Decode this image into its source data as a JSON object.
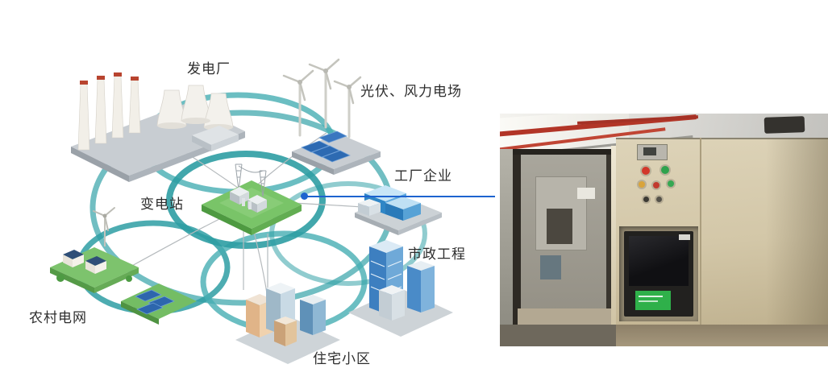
{
  "diagram": {
    "labels": {
      "power_plant": "发电厂",
      "solar_wind_farm": "光伏、风力电场",
      "factory_enterprise": "工厂企业",
      "substation": "变电站",
      "municipal_engineering": "市政工程",
      "residential_community": "住宅小区",
      "rural_grid": "农村电网"
    },
    "colors": {
      "ring_teal": "#2E9DA3",
      "connector_blue": "#1D63CF",
      "substation_green": "#79C468"
    }
  },
  "photo": {
    "colors": {
      "cabinet_beige": "#D6CBAC",
      "relay_label_green": "#2FB04A",
      "pipe_red": "#B23527"
    }
  }
}
